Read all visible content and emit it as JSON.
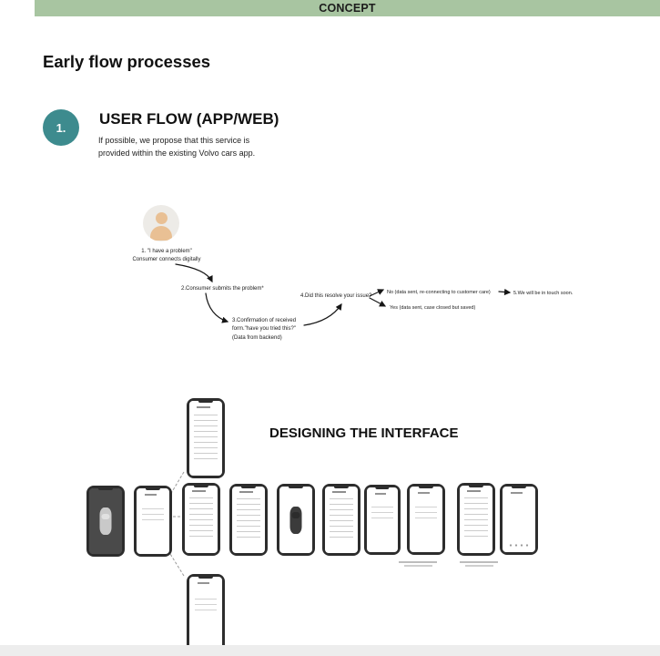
{
  "banner": {
    "title": "CONCEPT"
  },
  "page": {
    "heading": "Early flow processes"
  },
  "section_userflow": {
    "number": "1.",
    "title": "USER FLOW (APP/WEB)",
    "subtitle": "If possible, we propose that this service is\nprovided within the existing Volvo cars app."
  },
  "flow": {
    "step1": "1. \"I have a problem\"\nConsumer connects digitally",
    "step2": "2.Consumer submits the problem*",
    "step3": "3.Confirmation of received\nform.\"have you tried this?\"\n(Data from backend)",
    "step4": "4.Did this resolve your issue?",
    "branch_no": "No (data sent, re-connecting to customer care)",
    "branch_yes": "Yes (data sent, case closed but saved)",
    "step5": "5.We will be in touch soon."
  },
  "section_interface": {
    "title": "DESIGNING THE INTERFACE"
  },
  "colors": {
    "banner_bg": "#a8c5a1",
    "accent_teal": "#3d8b8e",
    "avatar_skin": "#e9c094"
  }
}
